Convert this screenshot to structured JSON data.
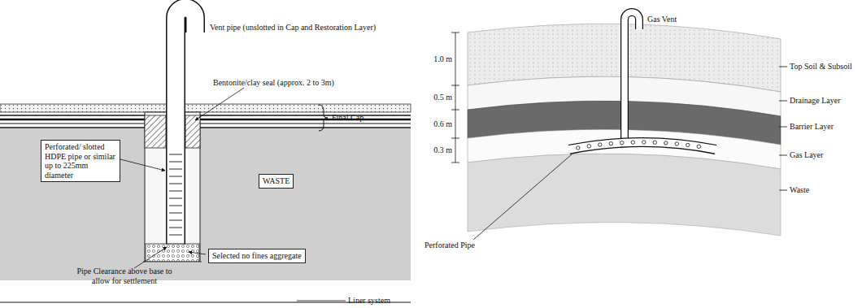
{
  "diagram": {
    "nodes": [
      {
        "text": [
          "Perforated/ slotted HDPE pipe or similar up to 225mm diameter"
        ]
      },
      {
        "text": [
          "WASTE"
        ]
      },
      {
        "text": [
          "Selected no fines aggregate"
        ]
      }
    ],
    "labels": [
      "Vent pipe (unslotted in Cap and Restoration Layer)",
      "Bentonite/clay seal (approx. 2 to 3m)",
      "Final Cap",
      "Pipe Clearance above base to allow for settlement",
      "Liner system",
      "Gas Vent",
      "1.0 m",
      "0.5 m",
      "0.6 m",
      "0.3 m",
      "Top Soil & Subsoil",
      "Drainage Layer",
      "Barrier Layer",
      "Gas Layer",
      "Waste",
      "Perforated Pipe"
    ]
  }
}
